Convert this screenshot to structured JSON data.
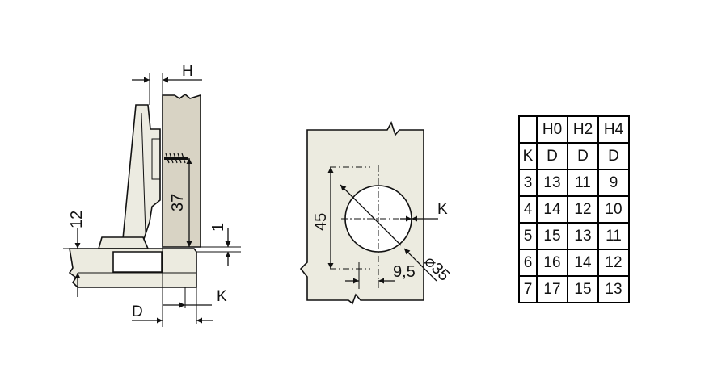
{
  "colors": {
    "panel_left": "#d8d3c4",
    "panel_mid": "#ecebe0",
    "hinge": "#ecebe1",
    "ink": "#111111"
  },
  "left_view": {
    "label_h": "H",
    "label_37": "37",
    "label_12": "12",
    "label_1": "1",
    "label_k": "K",
    "label_d": "D"
  },
  "middle_view": {
    "label_45": "45",
    "label_k": "K",
    "label_9_5": "9,5",
    "label_diameter": "⌀35"
  },
  "table": {
    "header": [
      "",
      "H0",
      "H2",
      "H4"
    ],
    "subheader": [
      "K",
      "D",
      "D",
      "D"
    ],
    "rows": [
      [
        "3",
        "13",
        "11",
        "9"
      ],
      [
        "4",
        "14",
        "12",
        "10"
      ],
      [
        "5",
        "15",
        "13",
        "11"
      ],
      [
        "6",
        "16",
        "14",
        "12"
      ],
      [
        "7",
        "17",
        "15",
        "13"
      ]
    ]
  }
}
